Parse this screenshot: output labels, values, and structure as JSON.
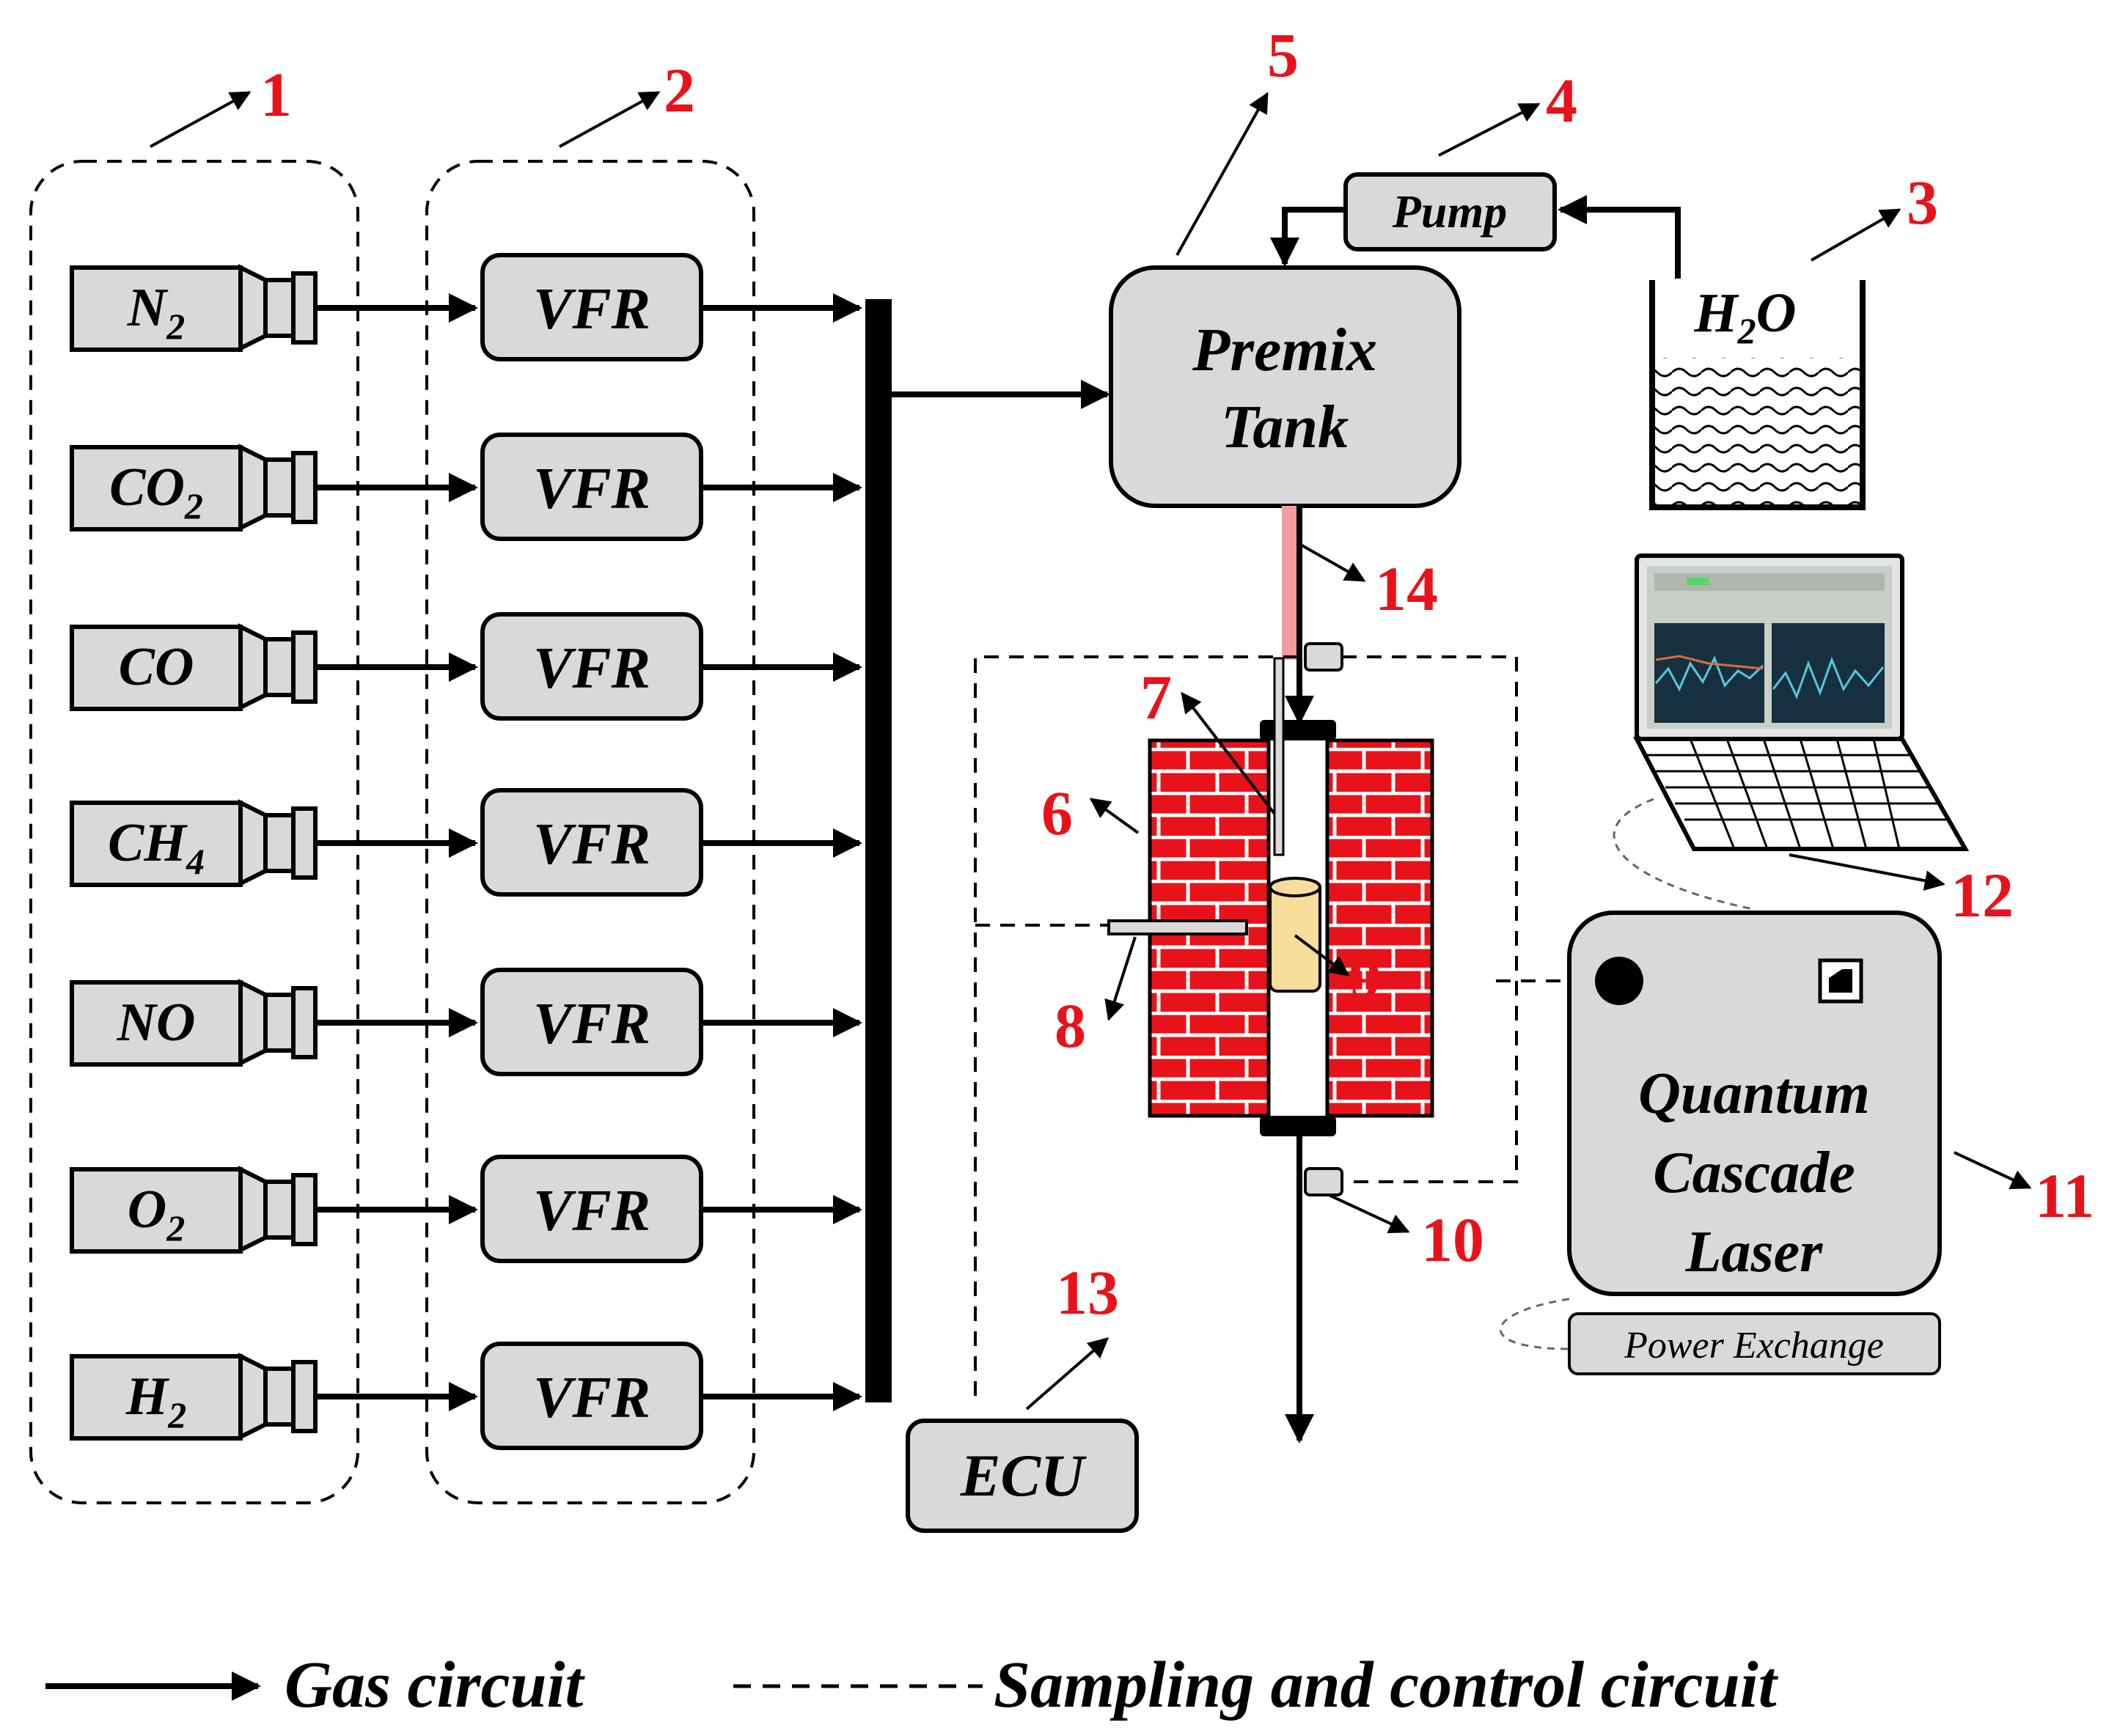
{
  "cylinders": [
    {
      "gas": "N",
      "sub": "2"
    },
    {
      "gas": "CO",
      "sub": "2"
    },
    {
      "gas": "CO",
      "sub": ""
    },
    {
      "gas": "CH",
      "sub": "4"
    },
    {
      "gas": "NO",
      "sub": ""
    },
    {
      "gas": "O",
      "sub": "2"
    },
    {
      "gas": "H",
      "sub": "2"
    }
  ],
  "vfr_label": "VFR",
  "pump_label": "Pump",
  "premix": {
    "line1": "Premix",
    "line2": "Tank"
  },
  "water": {
    "main": "H",
    "sub": "2",
    "tail": "O"
  },
  "laser": {
    "line1": "Quantum",
    "line2": "Cascade",
    "line3": "Laser"
  },
  "power_exchange_label": "Power Exchange",
  "ecu_label": "ECU",
  "numbers": [
    "1",
    "2",
    "3",
    "4",
    "5",
    "6",
    "7",
    "8",
    "9",
    "10",
    "11",
    "12",
    "13",
    "14"
  ],
  "legend": {
    "gas": "Gas circuit",
    "sampling": "Sampling and control circuit"
  },
  "colors": {
    "brick": "#e8131a",
    "box_fill": "#d9d9d9",
    "catalyst": "#f7dc9b",
    "label_red": "#e8131a",
    "pipe_pink": "#f29ca0"
  }
}
